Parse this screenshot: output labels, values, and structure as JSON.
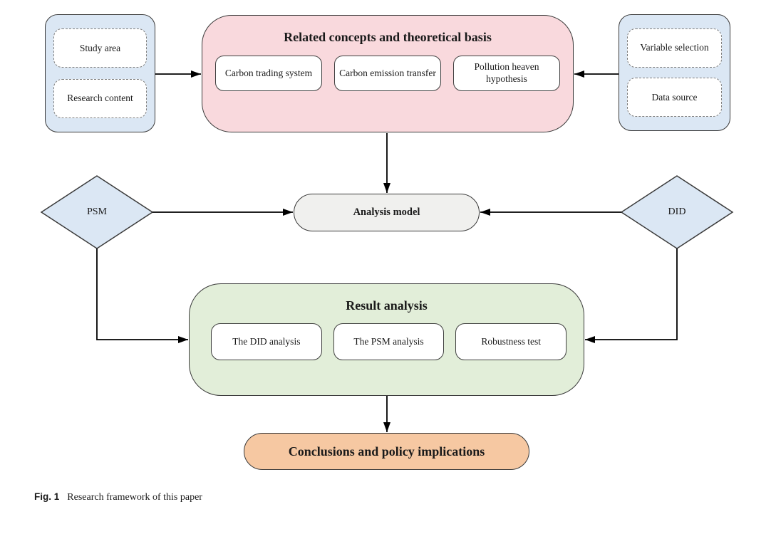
{
  "figure": {
    "caption_label": "Fig. 1",
    "caption_text": "Research framework of this paper"
  },
  "nodes": {
    "left_input": {
      "items": [
        "Study area",
        "Research content"
      ]
    },
    "concepts": {
      "title": "Related concepts and theoretical basis",
      "items": [
        "Carbon trading system",
        "Carbon emission transfer",
        "Pollution heaven hypothesis"
      ]
    },
    "right_input": {
      "items": [
        "Variable selection",
        "Data source"
      ]
    },
    "psm": {
      "label": "PSM"
    },
    "did": {
      "label": "DID"
    },
    "analysis_model": {
      "label": "Analysis model"
    },
    "results": {
      "title": "Result analysis",
      "items": [
        "The DID analysis",
        "The PSM analysis",
        "Robustness test"
      ]
    },
    "conclusions": {
      "label": "Conclusions and policy implications"
    }
  },
  "edges": [
    {
      "from": "left_input",
      "to": "concepts"
    },
    {
      "from": "right_input",
      "to": "concepts"
    },
    {
      "from": "concepts",
      "to": "analysis_model"
    },
    {
      "from": "psm",
      "to": "analysis_model"
    },
    {
      "from": "did",
      "to": "analysis_model"
    },
    {
      "from": "psm",
      "to": "results"
    },
    {
      "from": "did",
      "to": "results"
    },
    {
      "from": "results",
      "to": "conclusions"
    }
  ],
  "colors": {
    "blue_fill": "#dbe7f4",
    "pink_fill": "#f9d9dd",
    "green_fill": "#e2eed9",
    "gray_fill": "#f0f0ee",
    "orange_fill": "#f6c8a2",
    "border_dark": "#3a3a3a",
    "dashed_border": "#7e7e7e",
    "line": "#000000"
  }
}
